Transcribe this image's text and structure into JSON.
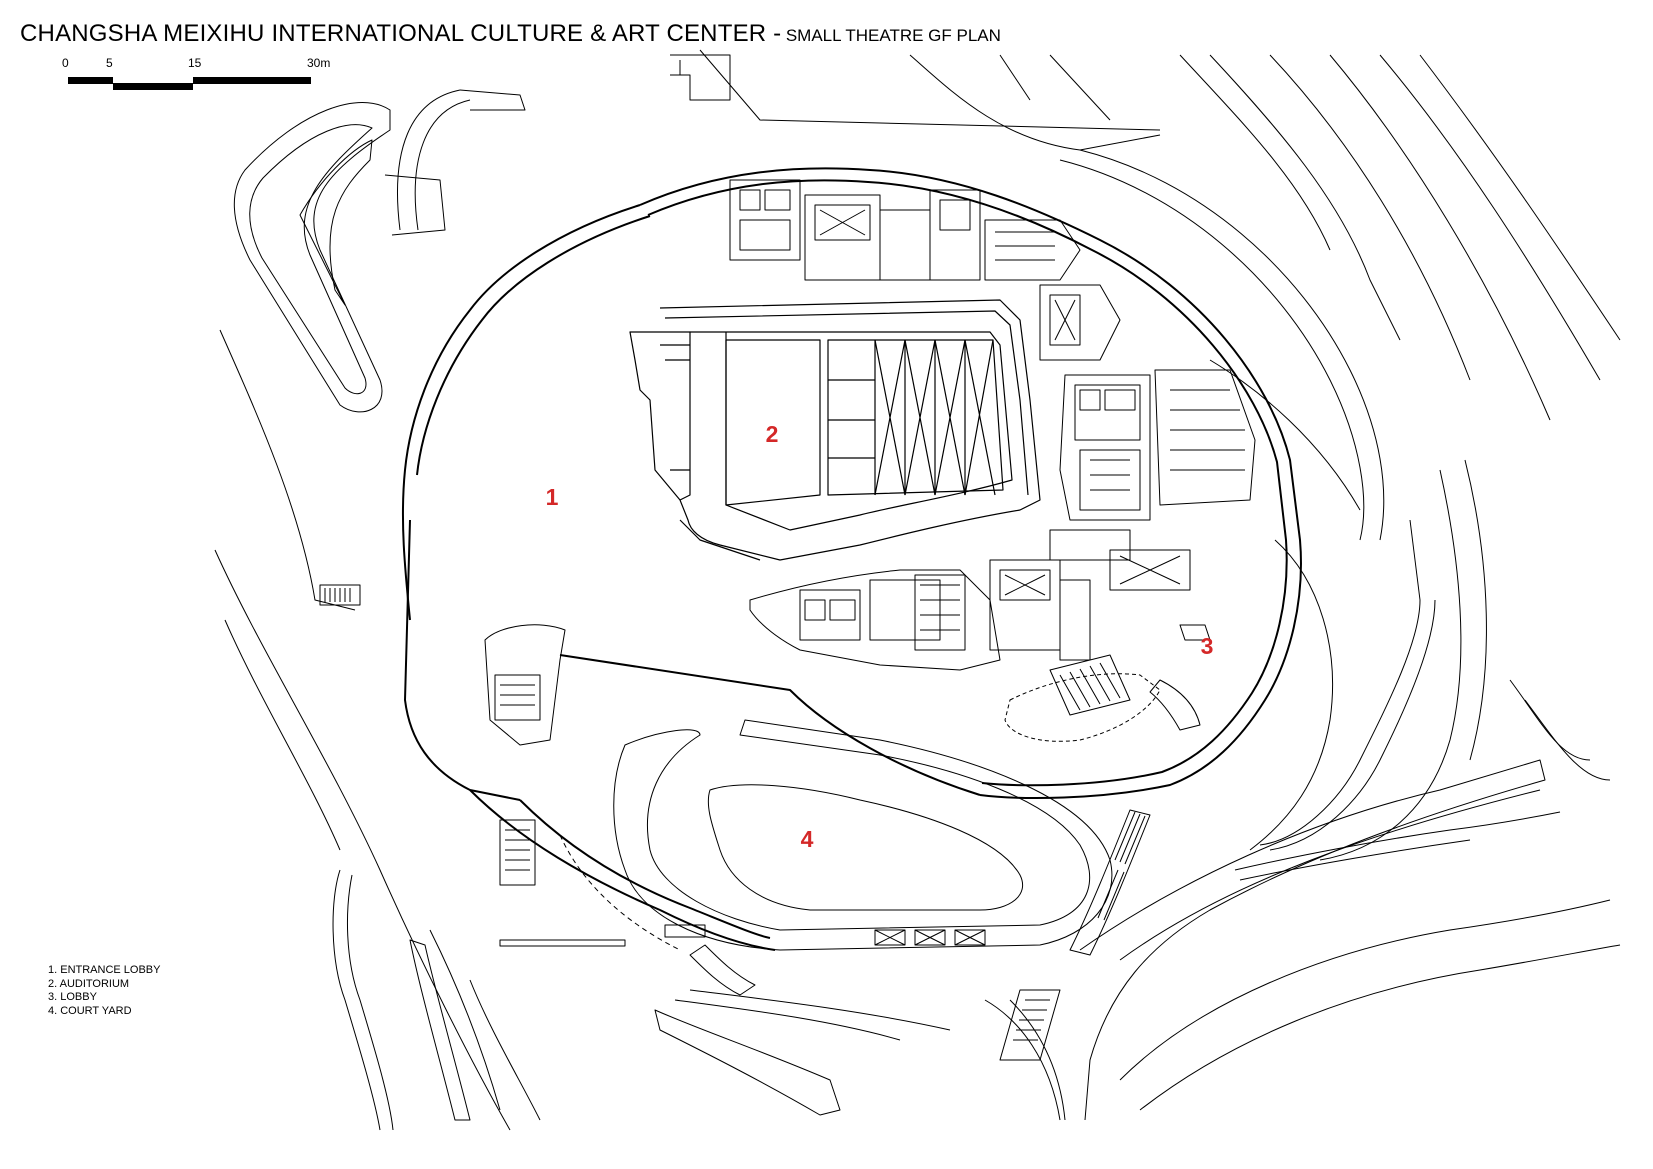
{
  "title": {
    "main": "CHANGSHA MEIXIHU INTERNATIONAL CULTURE & ART CENTER -",
    "sub": "SMALL THEATRE GF PLAN"
  },
  "scale_bar": {
    "ticks": [
      "0",
      "5",
      "15",
      "30m"
    ]
  },
  "room_labels": [
    "1",
    "2",
    "3",
    "4"
  ],
  "legend": [
    "1. ENTRANCE LOBBY",
    "2. AUDITORIUM",
    "3. LOBBY",
    "4. COURT YARD"
  ],
  "colors": {
    "line": "#000000",
    "room_label": "#d42828",
    "background": "#ffffff"
  }
}
